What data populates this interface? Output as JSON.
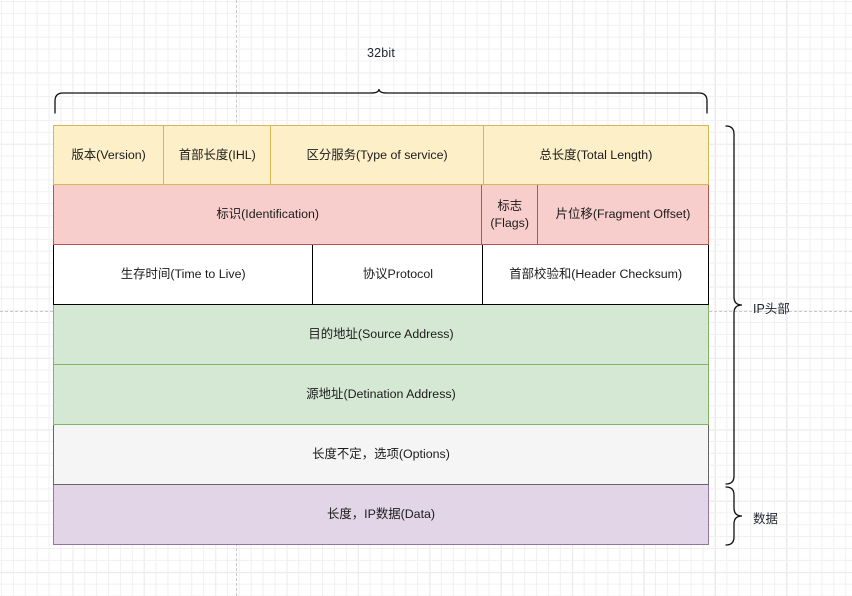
{
  "diagram": {
    "title_label": "32bit",
    "brace_top_name": "width-brace",
    "side_labels": {
      "header": "IP头部",
      "data": "数据"
    },
    "rows": [
      {
        "name": "row-word-1",
        "color": "#fdf0c9",
        "border": "#d6b656",
        "cells": [
          {
            "label": "版本(Version)",
            "flex": 110
          },
          {
            "label": "首部长度(IHL)",
            "flex": 107
          },
          {
            "label": "区分服务(Type of service)",
            "flex": 213
          },
          {
            "label": "总长度(Total Length)",
            "flex": 226
          }
        ]
      },
      {
        "name": "row-word-2",
        "color": "#f8cecc",
        "border": "#b85450",
        "cells": [
          {
            "label": "标识(Identification)",
            "flex": 430
          },
          {
            "label": "标志\n(Flags)",
            "flex": 55
          },
          {
            "label": "片位移(Fragment Offset)",
            "flex": 171
          }
        ]
      },
      {
        "name": "row-word-3",
        "color": "#ffffff",
        "border": "#000000",
        "cells": [
          {
            "label": "生存时间(Time to Live)",
            "flex": 260
          },
          {
            "label": "协议Protocol",
            "flex": 170
          },
          {
            "label": "首部校验和(Header Checksum)",
            "flex": 226
          }
        ]
      },
      {
        "name": "row-word-4",
        "color": "#d5e8d4",
        "border": "#82b366",
        "cells": [
          {
            "label": "目的地址(Source Address)",
            "flex": 656
          }
        ]
      },
      {
        "name": "row-word-5",
        "color": "#d5e8d4",
        "border": "#82b366",
        "cells": [
          {
            "label": "源地址(Detination Address)",
            "flex": 656
          }
        ]
      },
      {
        "name": "row-options",
        "color": "#f5f5f5",
        "border": "#666666",
        "cells": [
          {
            "label": "长度不定，选项(Options)",
            "flex": 656
          }
        ]
      },
      {
        "name": "row-data",
        "color": "#e1d5e7",
        "border": "#9673a6",
        "cells": [
          {
            "label": "长度，IP数据(Data)",
            "flex": 656
          }
        ]
      }
    ]
  }
}
